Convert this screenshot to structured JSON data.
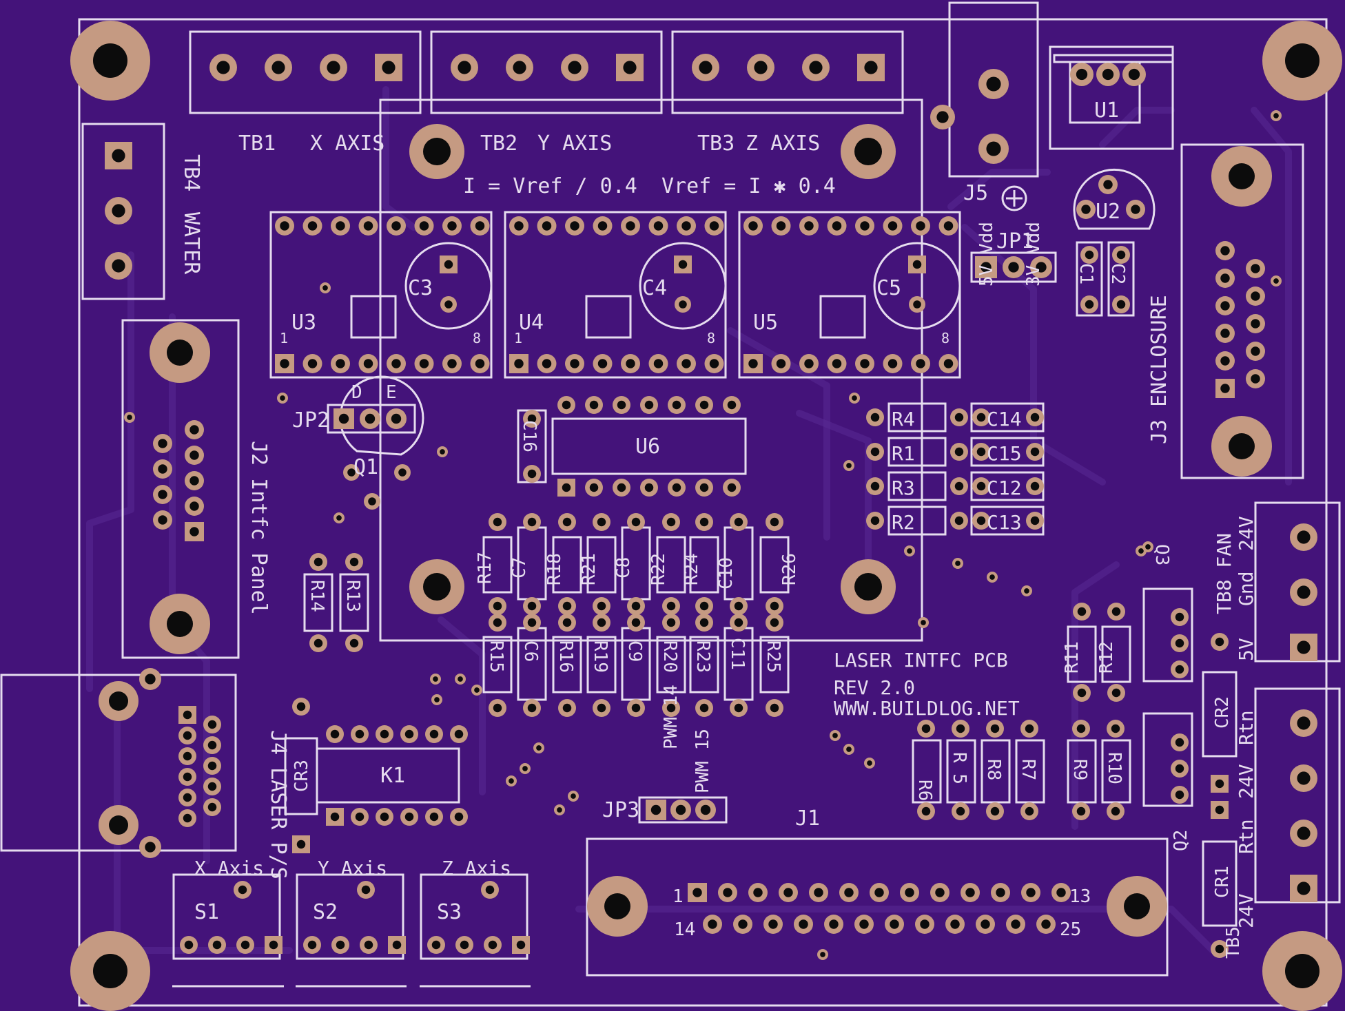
{
  "board_texts": [
    {
      "text": "TB1"
    },
    {
      "text": "X AXIS"
    },
    {
      "text": "TB2"
    },
    {
      "text": "Y AXIS"
    },
    {
      "text": "TB3"
    },
    {
      "text": "Z AXIS"
    },
    {
      "text": "I = Vref / 0.4"
    },
    {
      "text": "Vref = I ✱ 0.4"
    },
    {
      "text": "TB4"
    },
    {
      "text": "WATER"
    },
    {
      "text": "J5"
    },
    {
      "text": "U1"
    },
    {
      "text": "U2"
    },
    {
      "text": "JP1"
    },
    {
      "text": "C1"
    },
    {
      "text": "C2"
    },
    {
      "text": "5V Vdd"
    },
    {
      "text": "3V Vdd"
    },
    {
      "text": "J3 ENCLOSURE"
    },
    {
      "text": "C3"
    },
    {
      "text": "C4"
    },
    {
      "text": "C5"
    },
    {
      "text": "U3"
    },
    {
      "text": "U4"
    },
    {
      "text": "U5"
    },
    {
      "text": "1"
    },
    {
      "text": "8"
    },
    {
      "text": "1"
    },
    {
      "text": "8"
    },
    {
      "text": "8"
    },
    {
      "text": "D"
    },
    {
      "text": "E"
    },
    {
      "text": "JP2"
    },
    {
      "text": "Q1"
    },
    {
      "text": "U6"
    },
    {
      "text": "C16"
    },
    {
      "text": "R4"
    },
    {
      "text": "R1"
    },
    {
      "text": "R3"
    },
    {
      "text": "R2"
    },
    {
      "text": "C14"
    },
    {
      "text": "C15"
    },
    {
      "text": "C12"
    },
    {
      "text": "C13"
    },
    {
      "text": "J2 Intfc Panel"
    },
    {
      "text": "R17"
    },
    {
      "text": "C7"
    },
    {
      "text": "R18"
    },
    {
      "text": "R21"
    },
    {
      "text": "C8"
    },
    {
      "text": "R22"
    },
    {
      "text": "R24"
    },
    {
      "text": "C10"
    },
    {
      "text": "R26"
    },
    {
      "text": "R14"
    },
    {
      "text": "R13"
    },
    {
      "text": "R15"
    },
    {
      "text": "C6"
    },
    {
      "text": "R16"
    },
    {
      "text": "R19"
    },
    {
      "text": "C9"
    },
    {
      "text": "R20"
    },
    {
      "text": "R23"
    },
    {
      "text": "C11"
    },
    {
      "text": "R25"
    },
    {
      "text": "LASER INTFC PCB"
    },
    {
      "text": "REV 2.0"
    },
    {
      "text": "WWW.BUILDLOG.NET"
    },
    {
      "text": "Q3"
    },
    {
      "text": "TB8 FAN"
    },
    {
      "text": "Gnd"
    },
    {
      "text": "24V"
    },
    {
      "text": "5V"
    },
    {
      "text": "R11"
    },
    {
      "text": "R12"
    },
    {
      "text": "CR2"
    },
    {
      "text": "Rtn"
    },
    {
      "text": "24V"
    },
    {
      "text": "J4 LASER P/S"
    },
    {
      "text": "CR3"
    },
    {
      "text": "K1"
    },
    {
      "text": "PWM 14"
    },
    {
      "text": "PWM 15"
    },
    {
      "text": "JP3"
    },
    {
      "text": "J1"
    },
    {
      "text": "R6"
    },
    {
      "text": "R 5"
    },
    {
      "text": "R8"
    },
    {
      "text": "R7"
    },
    {
      "text": "R9"
    },
    {
      "text": "R10"
    },
    {
      "text": "Q2"
    },
    {
      "text": "Rtn"
    },
    {
      "text": "CR1"
    },
    {
      "text": "24V"
    },
    {
      "text": "TB5"
    },
    {
      "text": "X Axis"
    },
    {
      "text": "Y Axis"
    },
    {
      "text": "Z Axis"
    },
    {
      "text": "S1"
    },
    {
      "text": "S2"
    },
    {
      "text": "S3"
    },
    {
      "text": "1"
    },
    {
      "text": "13"
    },
    {
      "text": "14"
    },
    {
      "text": "25"
    }
  ],
  "colors": {
    "board": "#44137a",
    "pad": "#c59a82",
    "silk": "#e6dcef",
    "hole": "#0c0c0c",
    "trace": "#5a2a93"
  }
}
